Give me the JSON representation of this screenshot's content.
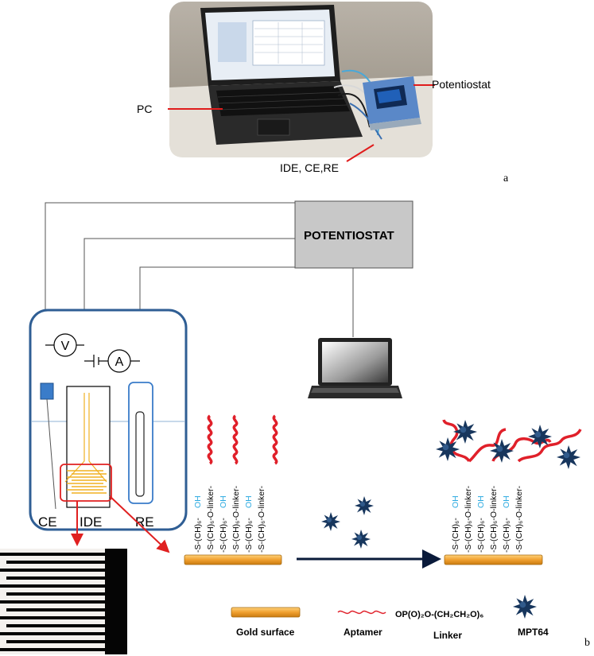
{
  "panel_a": {
    "photo_labels": {
      "pc": "PC",
      "potentiostat": "Potentiostat",
      "electrodes": "IDE, CE,RE"
    },
    "panel_letter": "a"
  },
  "panel_b": {
    "panel_letter": "b",
    "potentiostat_box": "POTENTIOSTAT",
    "meters": {
      "voltmeter": "V",
      "ammeter": "A"
    },
    "electrode_labels": {
      "ce": "CE",
      "ide": "IDE",
      "re": "RE"
    },
    "surface_chains_left": [
      "-S-(CH)₆-",
      "-S-(CH)₆-O-linker-",
      "-S-(CH)₆-",
      "-S-(CH)₆-O-linker-",
      "-S-(CH)₆-",
      "-S-(CH)₆-O-linker-"
    ],
    "surface_chains_right": [
      "-S-(CH)₆-",
      "-S-(CH)₆-O-linker-",
      "-S-(CH)₆-",
      "-S-(CH)₆-O-linker-",
      "-S-(CH)₆-",
      "-S-(CH)₆-O-linker-"
    ],
    "hydroxyl": "OH",
    "legend": {
      "gold": "Gold surface",
      "aptamer": "Aptamer",
      "linker_formula": "OP(O)₂O-(CH₂CH₂O)₆",
      "linker": "Linker",
      "mpt64": "MPT64"
    }
  },
  "colors": {
    "gold": "#f0a030",
    "aptamer": "#e0202a",
    "mpt64": "#17365d",
    "hydroxyl": "#29a9e0",
    "box_gray": "#c8c8c8",
    "cell_outline": "#3b6ea5"
  }
}
